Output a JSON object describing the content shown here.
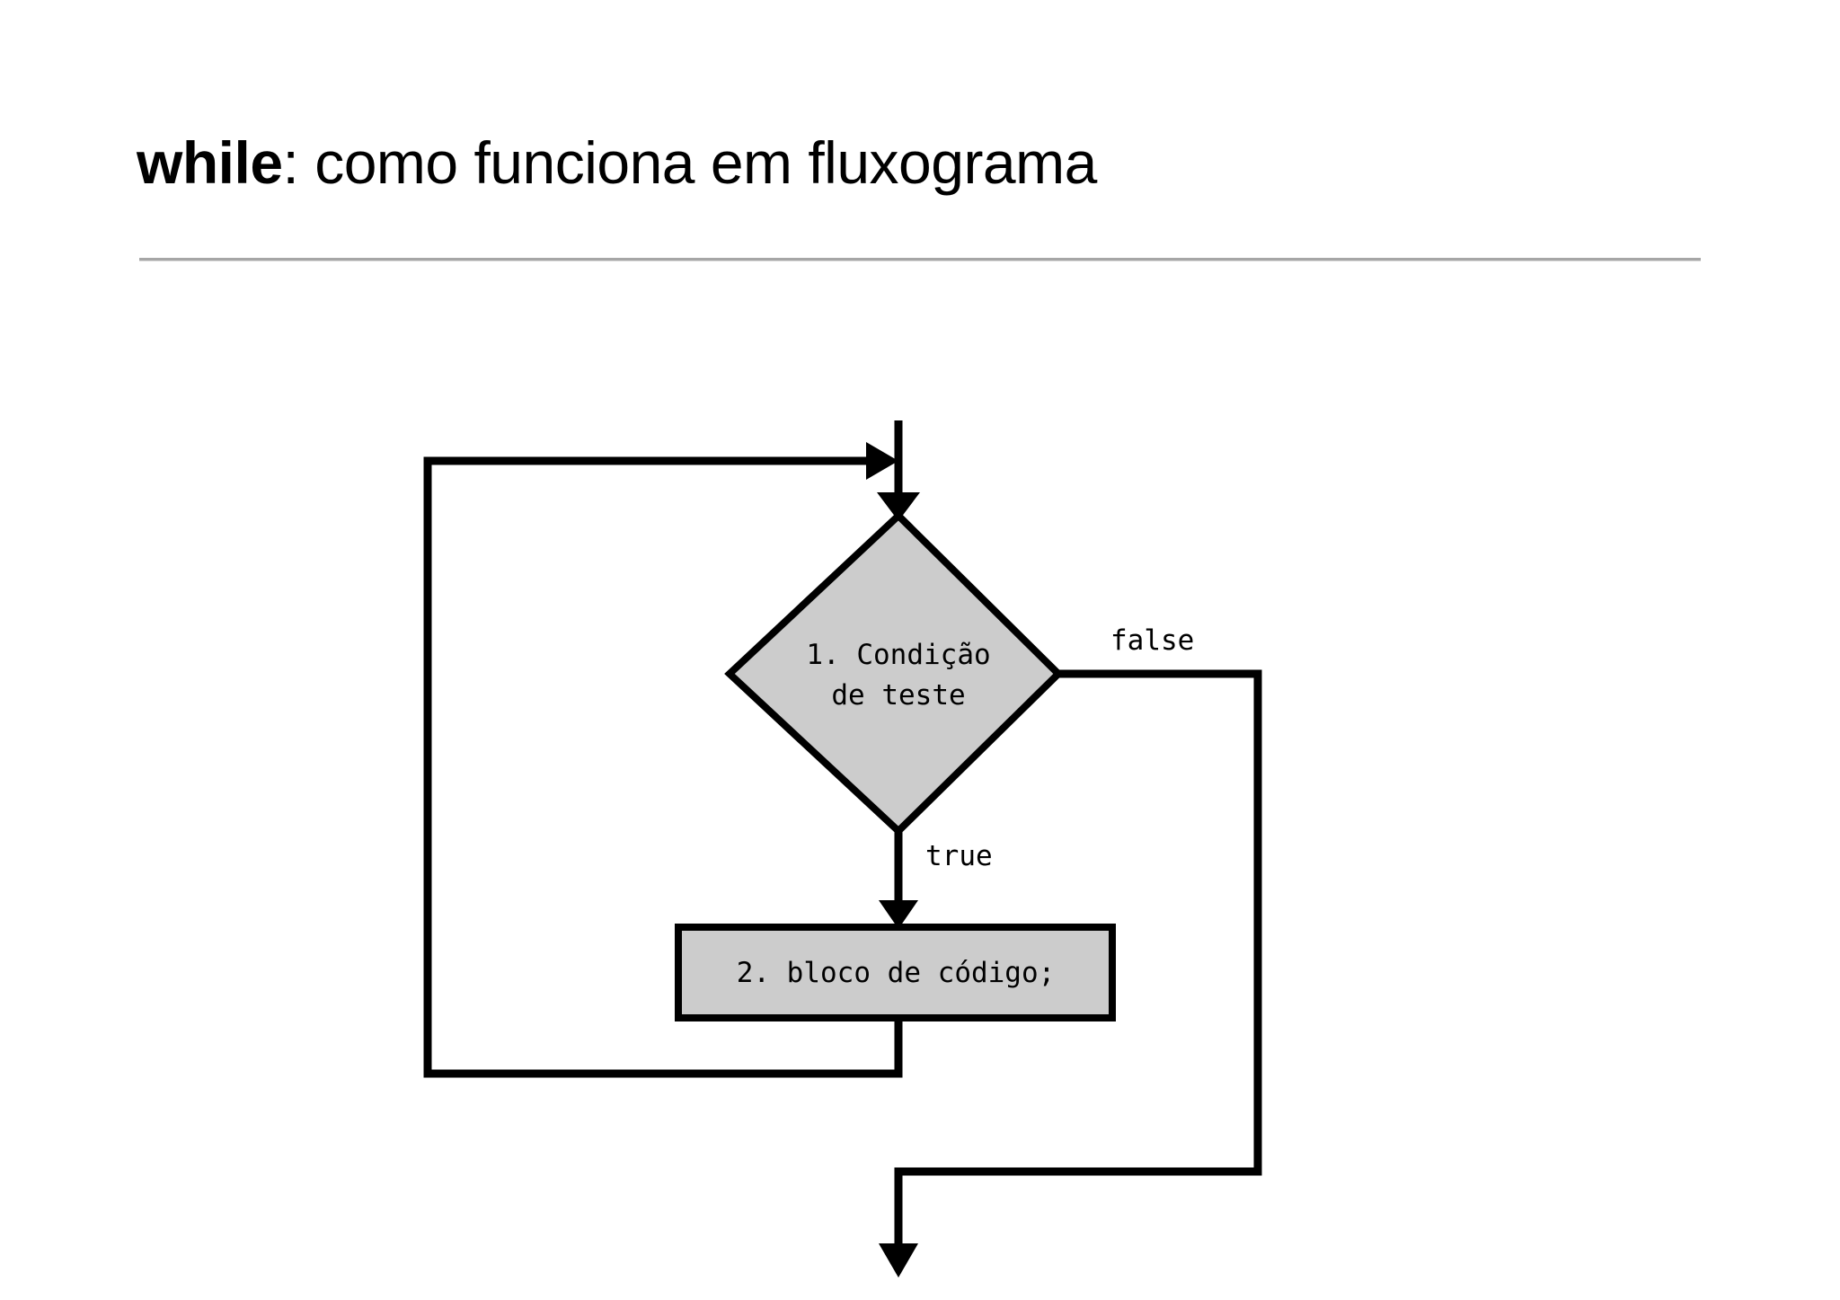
{
  "slide": {
    "title_keyword": "while",
    "title_rest": ": como funciona em fluxograma",
    "background_color": "#ffffff",
    "rule_color": "#a6a6a6"
  },
  "diagram": {
    "type": "flowchart",
    "node_fill_color": "#cccccc",
    "node_stroke_color": "#000000",
    "connector_color": "#000000",
    "nodes": [
      {
        "id": "decision",
        "shape": "diamond",
        "text_line_1": "1. Condição",
        "text_line_2": "de teste"
      },
      {
        "id": "process",
        "shape": "rectangle",
        "text": "2. bloco de código;"
      }
    ],
    "edges": [
      {
        "id": "entry",
        "label": ""
      },
      {
        "id": "decision-true-process",
        "label": "true"
      },
      {
        "id": "decision-false-exit",
        "label": "false"
      },
      {
        "id": "process-loopback-decision",
        "label": ""
      }
    ]
  }
}
